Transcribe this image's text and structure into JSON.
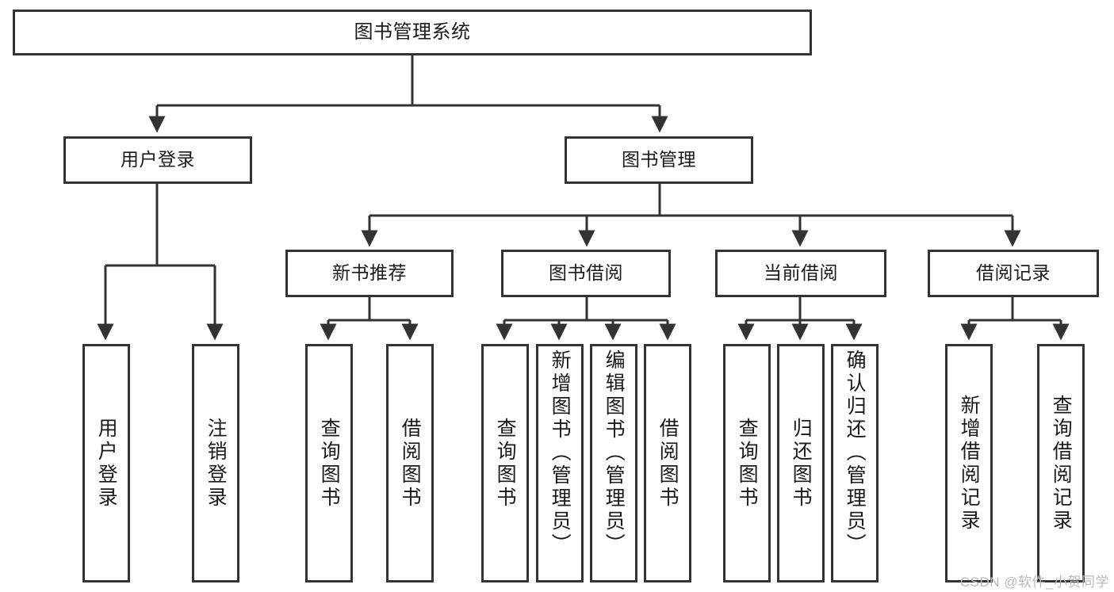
{
  "diagram": {
    "title": "图书管理系统",
    "type": "tree-hierarchy",
    "watermark": "CSDN @软件_小贺同学",
    "colors": {
      "background": "#ffffff",
      "node_border": "#333333",
      "node_fill": "#ffffff",
      "edge": "#333333",
      "text": "#1a1a1a",
      "watermark": "#b9b9b9"
    },
    "levels": {
      "root": [
        "图书管理系统"
      ],
      "level1": [
        "用户登录",
        "图书管理"
      ],
      "level2": [
        "新书推荐",
        "图书借阅",
        "当前借阅",
        "借阅记录"
      ],
      "leaves": [
        "用户登录",
        "注销登录",
        "查询图书",
        "借阅图书",
        "查询图书",
        "新增图书（管理员）",
        "编辑图书（管理员）",
        "借阅图书",
        "查询图书",
        "归还图书",
        "确认归还（管理员）",
        "新增借阅记录",
        "查询借阅记录"
      ]
    }
  },
  "nodes": {
    "root": {
      "label": "图书管理系统"
    },
    "user_login": {
      "label": "用户登录"
    },
    "book_manage": {
      "label": "图书管理"
    },
    "new_book_rec": {
      "label": "新书推荐"
    },
    "book_borrow": {
      "label": "图书借阅"
    },
    "current_borrow": {
      "label": "当前借阅"
    },
    "borrow_record": {
      "label": "借阅记录"
    },
    "leaf_user_login": {
      "label": "用户登录"
    },
    "leaf_logout": {
      "label": "注销登录"
    },
    "leaf_query_book_1": {
      "label": "查询图书"
    },
    "leaf_borrow_book_1": {
      "label": "借阅图书"
    },
    "leaf_query_book_2": {
      "label": "查询图书"
    },
    "leaf_add_book": {
      "label": "新增图书（管理员）"
    },
    "leaf_edit_book": {
      "label": "编辑图书（管理员）"
    },
    "leaf_borrow_book_2": {
      "label": "借阅图书"
    },
    "leaf_query_book_3": {
      "label": "查询图书"
    },
    "leaf_return_book": {
      "label": "归还图书"
    },
    "leaf_confirm_return": {
      "label": "确认归还（管理员）"
    },
    "leaf_add_record": {
      "label": "新增借阅记录"
    },
    "leaf_query_record": {
      "label": "查询借阅记录"
    }
  }
}
